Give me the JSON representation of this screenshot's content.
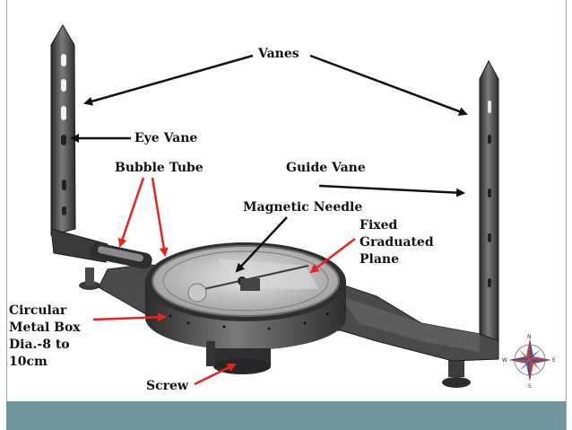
{
  "labels": {
    "vanes": "Vanes",
    "eye_vane": "Eye Vane",
    "bubble_tube": "Bubble Tube",
    "guide_vane": "Guide Vane",
    "magnetic_needle": "Magnetic Needle",
    "fixed_graduated_plane": "Fixed\nGraduated\nPlane",
    "circular_metal_box": "Circular\nMetal Box\nDia.-8 to\n10cm",
    "screw": "Screw"
  },
  "compass_rose": {
    "n": "N",
    "e": "E",
    "s": "S",
    "w": "W"
  },
  "colors": {
    "arrow_black": "#111111",
    "arrow_red": "#e8241c",
    "footer_band": "#6f969c",
    "rose_blue": "#2f5aa8",
    "rose_red": "#d53a2a"
  }
}
